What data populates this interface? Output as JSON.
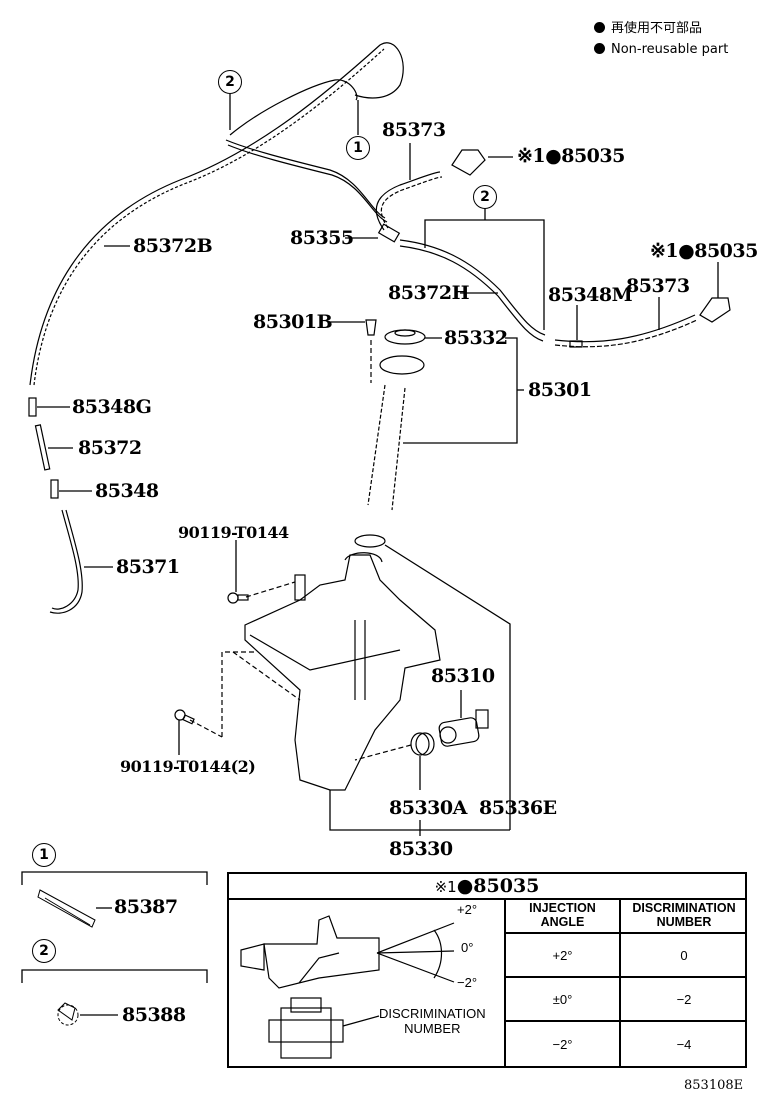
{
  "legend": {
    "items": [
      {
        "icon": "filled-circle-icon",
        "label": "再使用不可部品"
      },
      {
        "icon": "filled-circle-icon",
        "label": "Non-reusable part"
      }
    ]
  },
  "callouts": {
    "ref_1": "1",
    "ref_2": "2",
    "ref_2b": "2"
  },
  "parts": {
    "p85373_top": "85373",
    "p85035_top": "※1●85035",
    "p85355": "85355",
    "p85372B": "85372B",
    "p85372H": "85372H",
    "p85348M": "85348M",
    "p85373_right": "85373",
    "p85035_right": "※1●85035",
    "p85301B": "85301B",
    "p85332": "85332",
    "p85301": "85301",
    "p85348G": "85348G",
    "p85372": "85372",
    "p85348": "85348",
    "p85371": "85371",
    "p90119_top": "90119-T0144",
    "p90119_bottom": "90119-T0144(2)",
    "p85310": "85310",
    "p85330A": "85330A",
    "p85336E": "85336E",
    "p85330": "85330"
  },
  "groups": [
    {
      "ref": "1",
      "part": "85387"
    },
    {
      "ref": "2",
      "part": "85388"
    }
  ],
  "nozzle_table": {
    "title_mark": "※1",
    "title_part": "●85035",
    "angles": {
      "plus": "+2°",
      "zero": "0°",
      "minus": "−2°"
    },
    "discrimination_label": "DISCRIMINATION\nNUMBER",
    "headers": [
      "INJECTION\nANGLE",
      "DISCRIMINATION\nNUMBER"
    ],
    "rows": [
      {
        "angle": "+2°",
        "number": "0"
      },
      {
        "angle": "±0°",
        "number": "−2"
      },
      {
        "angle": "−2°",
        "number": "−4"
      }
    ]
  },
  "diagram_code": "853108E"
}
